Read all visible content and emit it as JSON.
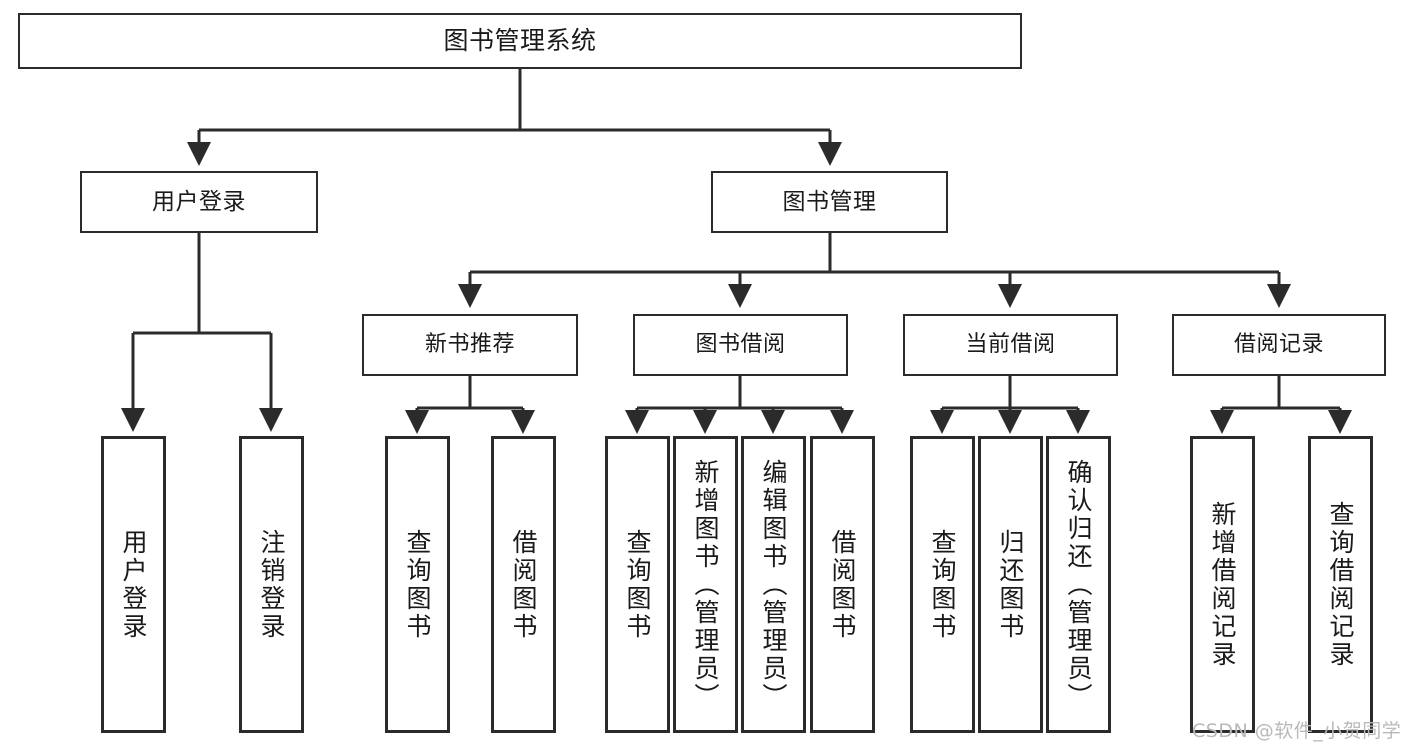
{
  "diagram": {
    "title": "图书管理系统",
    "type": "tree",
    "root": {
      "id": "root",
      "label": "图书管理系统"
    },
    "level1": [
      {
        "id": "user-login",
        "label": "用户登录"
      },
      {
        "id": "book-management",
        "label": "图书管理"
      }
    ],
    "level2": [
      {
        "id": "new-book-recommend",
        "label": "新书推荐"
      },
      {
        "id": "book-borrow",
        "label": "图书借阅"
      },
      {
        "id": "current-borrow",
        "label": "当前借阅"
      },
      {
        "id": "borrow-record",
        "label": "借阅记录"
      }
    ],
    "leaves": {
      "user_login": [
        {
          "id": "user-login-leaf",
          "label": "用户登录"
        },
        {
          "id": "logout-leaf",
          "label": "注销登录"
        }
      ],
      "new_book_recommend": [
        {
          "id": "query-book-1",
          "label": "查询图书"
        },
        {
          "id": "borrow-book-1",
          "label": "借阅图书"
        }
      ],
      "book_borrow": [
        {
          "id": "query-book-2",
          "label": "查询图书"
        },
        {
          "id": "add-book",
          "label": "新增图书（管理员）"
        },
        {
          "id": "edit-book",
          "label": "编辑图书（管理员）"
        },
        {
          "id": "borrow-book-2",
          "label": "借阅图书"
        }
      ],
      "current_borrow": [
        {
          "id": "query-book-3",
          "label": "查询图书"
        },
        {
          "id": "return-book",
          "label": "归还图书"
        },
        {
          "id": "confirm-return",
          "label": "确认归还（管理员）"
        }
      ],
      "borrow_record": [
        {
          "id": "add-borrow-record",
          "label": "新增借阅记录"
        },
        {
          "id": "query-borrow-record",
          "label": "查询借阅记录"
        }
      ]
    },
    "colors": {
      "stroke": "#2b2b2b",
      "fill": "#ffffff",
      "text": "#1a1a1a",
      "watermark": "#b9b9b9"
    }
  },
  "watermark": {
    "text": "CSDN @软件_小贺同学"
  }
}
